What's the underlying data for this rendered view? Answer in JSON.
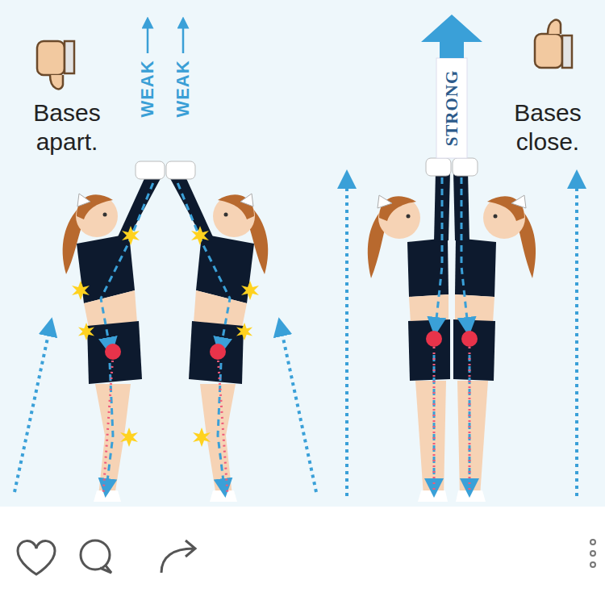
{
  "diagram": {
    "labels": [
      "Bases apart.",
      "WEAK",
      "WEAK",
      "STRONG",
      "Bases close."
    ]
  }
}
